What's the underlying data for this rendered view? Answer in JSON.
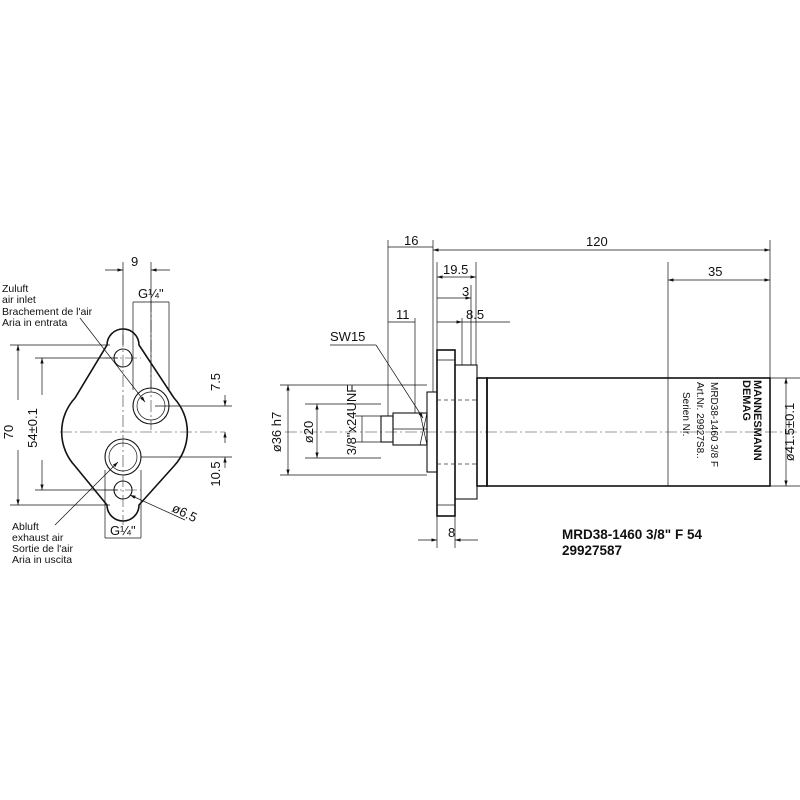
{
  "front_view": {
    "dim_top": "9",
    "thread_top": "G¼\"",
    "thread_bottom": "G¼\"",
    "dim_height": "70",
    "dim_holes": "54±0.1",
    "dim_upper": "7.5",
    "dim_lower": "10.5",
    "dim_hole_dia": "ø6.5",
    "inlet_label": [
      "Zuluft",
      "air inlet",
      "Brachement de l'air",
      "Aria in entrata"
    ],
    "exhaust_label": [
      "Abluft",
      "exhaust air",
      "Sortie de l'air",
      "Aria in uscita"
    ]
  },
  "side_view": {
    "dim_16": "16",
    "dim_120": "120",
    "dim_19_5": "19.5",
    "dim_3": "3",
    "dim_11": "11",
    "dim_8_5": "8.5",
    "dim_35": "35",
    "dim_8": "8",
    "sw": "SW15",
    "dia_36": "ø36 h7",
    "dia_20": "ø20",
    "thread": "3/8\"x24UNF",
    "dia_41": "ø41.5±0.1",
    "plate_brand_1": "MANNESMANN",
    "plate_brand_2": "DEMAG",
    "plate_model": "MRD38-1460 3/8 F",
    "plate_art": "Art.Nr. 29927S8..",
    "plate_serial": "Serien Nr."
  },
  "product": {
    "name": "MRD38-1460 3/8\" F 54",
    "number": "29927587"
  }
}
